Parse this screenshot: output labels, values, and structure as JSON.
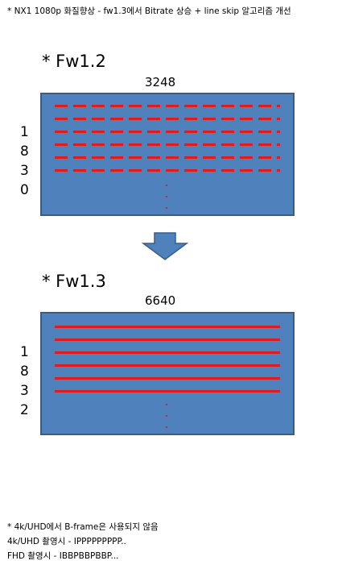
{
  "header": {
    "title": "* NX1 1080p 화질향상 - fw1.3에서 Bitrate 상승 + line skip 알고리즘 개선"
  },
  "sections": [
    {
      "title": "* Fw1.2",
      "width_label": "3248",
      "height_digits": [
        "1",
        "8",
        "3",
        "0"
      ],
      "line_style": "dashed",
      "line_count": 6
    },
    {
      "title": "* Fw1.3",
      "width_label": "6640",
      "height_digits": [
        "1",
        "8",
        "3",
        "2"
      ],
      "line_style": "solid",
      "line_count": 6
    }
  ],
  "arrow_icon": "down-arrow-icon",
  "notes": [
    "* 4k/UHD에서 B-frame은 사용되지 않음",
    "4k/UHD 촬영시 - IPPPPPPPPP..",
    "FHD 촬영시 - IBBPBBPBBP..."
  ],
  "colors": {
    "panel_fill": "#4f81bd",
    "panel_border": "#385d8a",
    "line_red": "#e31b1b",
    "arrow_fill": "#4f81bd"
  }
}
